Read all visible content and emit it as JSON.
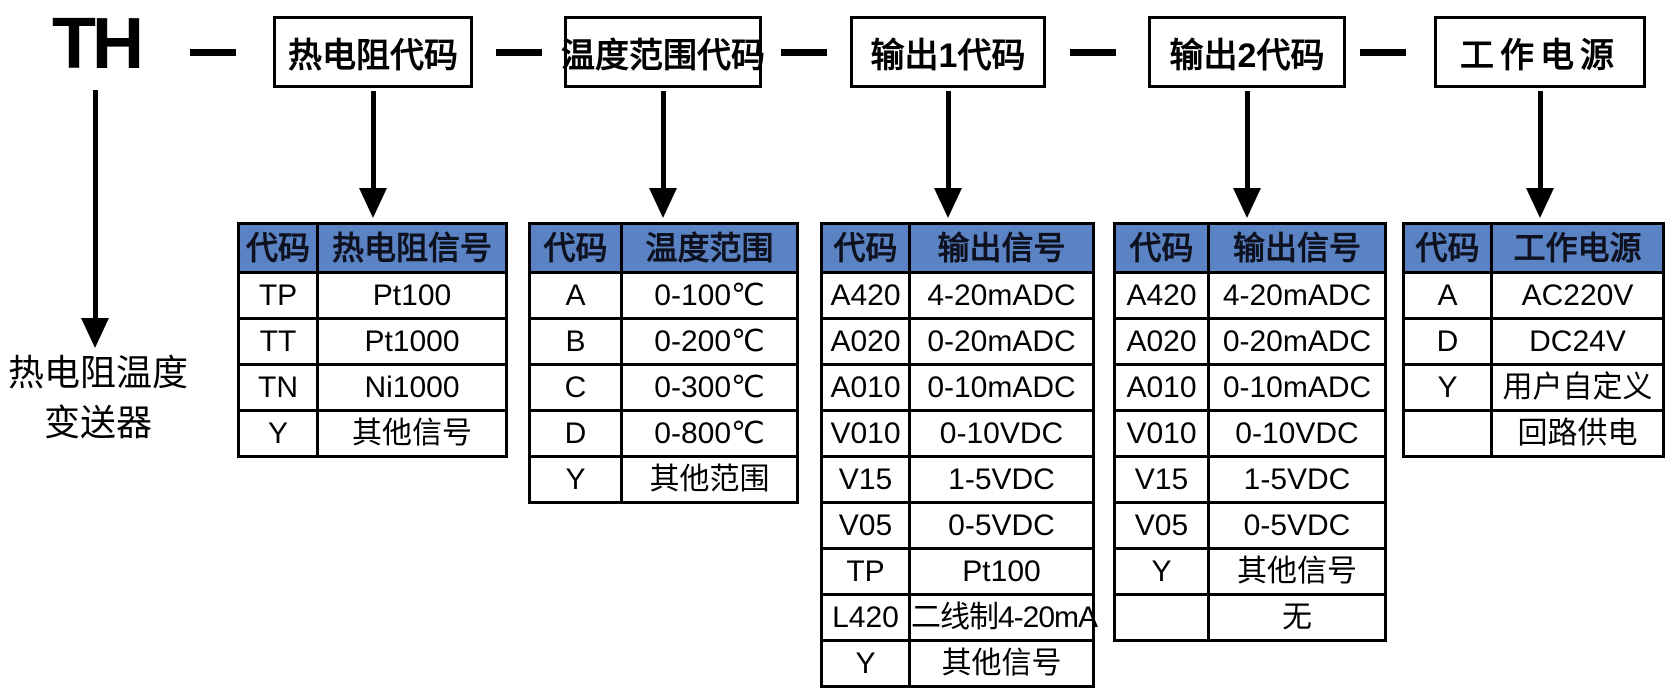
{
  "product_prefix": "TH",
  "separator": "—",
  "boxes": [
    "热电阻代码",
    "温度范围代码",
    "输出1代码",
    "输出2代码",
    "工作电源"
  ],
  "left_note": {
    "lines": [
      "热电阻温度",
      "变送器"
    ]
  },
  "tables": [
    {
      "headers": [
        "代码",
        "热电阻信号"
      ],
      "rows": [
        [
          "TP",
          "Pt100"
        ],
        [
          "TT",
          "Pt1000"
        ],
        [
          "TN",
          "Ni1000"
        ],
        [
          "Y",
          "其他信号"
        ]
      ]
    },
    {
      "headers": [
        "代码",
        "温度范围"
      ],
      "rows": [
        [
          "A",
          "0-100℃"
        ],
        [
          "B",
          "0-200℃"
        ],
        [
          "C",
          "0-300℃"
        ],
        [
          "D",
          "0-800℃"
        ],
        [
          "Y",
          "其他范围"
        ]
      ]
    },
    {
      "headers": [
        "代码",
        "输出信号"
      ],
      "rows": [
        [
          "A420",
          "4-20mADC"
        ],
        [
          "A020",
          "0-20mADC"
        ],
        [
          "A010",
          "0-10mADC"
        ],
        [
          "V010",
          "0-10VDC"
        ],
        [
          "V15",
          "1-5VDC"
        ],
        [
          "V05",
          "0-5VDC"
        ],
        [
          "TP",
          "Pt100"
        ],
        [
          "L420",
          "二线制4-20mA"
        ],
        [
          "Y",
          "其他信号"
        ]
      ]
    },
    {
      "headers": [
        "代码",
        "输出信号"
      ],
      "rows": [
        [
          "A420",
          "4-20mADC"
        ],
        [
          "A020",
          "0-20mADC"
        ],
        [
          "A010",
          "0-10mADC"
        ],
        [
          "V010",
          "0-10VDC"
        ],
        [
          "V15",
          "1-5VDC"
        ],
        [
          "V05",
          "0-5VDC"
        ],
        [
          "Y",
          "其他信号"
        ],
        [
          "",
          "无"
        ]
      ]
    },
    {
      "headers": [
        "代码",
        "工作电源"
      ],
      "rows": [
        [
          "A",
          "AC220V"
        ],
        [
          "D",
          "DC24V"
        ],
        [
          "Y",
          "用户自定义"
        ],
        [
          "",
          "回路供电"
        ]
      ]
    }
  ],
  "colors": {
    "table_header_bg": "#5B82C2",
    "table_header_text": "#0E1220",
    "border": "#000000",
    "background": "#FFFFFF",
    "text": "#000000"
  }
}
